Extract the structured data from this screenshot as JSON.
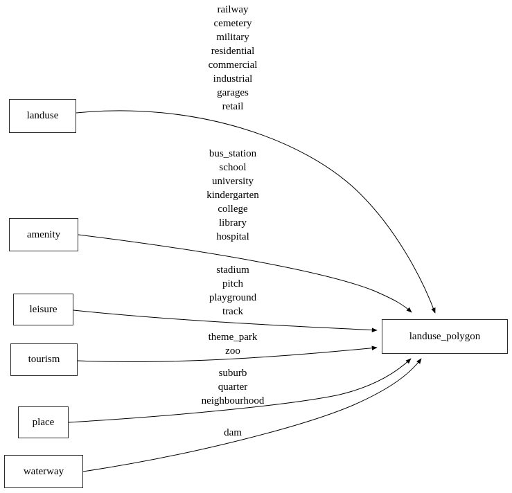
{
  "diagram": {
    "type": "directed-graph",
    "background_color": "#ffffff",
    "edge_color": "#000000",
    "node_border_color": "#2a2a2a",
    "nodes": [
      {
        "id": "landuse",
        "label": "landuse"
      },
      {
        "id": "amenity",
        "label": "amenity"
      },
      {
        "id": "leisure",
        "label": "leisure"
      },
      {
        "id": "tourism",
        "label": "tourism"
      },
      {
        "id": "place",
        "label": "place"
      },
      {
        "id": "waterway",
        "label": "waterway"
      },
      {
        "id": "landuse_polygon",
        "label": "landuse_polygon"
      }
    ],
    "edges": [
      {
        "from": "landuse",
        "to": "landuse_polygon",
        "labels": [
          "railway",
          "cemetery",
          "military",
          "residential",
          "commercial",
          "industrial",
          "garages",
          "retail"
        ]
      },
      {
        "from": "amenity",
        "to": "landuse_polygon",
        "labels": [
          "bus_station",
          "school",
          "university",
          "kindergarten",
          "college",
          "library",
          "hospital"
        ]
      },
      {
        "from": "leisure",
        "to": "landuse_polygon",
        "labels": [
          "stadium",
          "pitch",
          "playground",
          "track"
        ]
      },
      {
        "from": "tourism",
        "to": "landuse_polygon",
        "labels": [
          "theme_park",
          "zoo"
        ]
      },
      {
        "from": "place",
        "to": "landuse_polygon",
        "labels": [
          "suburb",
          "quarter",
          "neighbourhood"
        ]
      },
      {
        "from": "waterway",
        "to": "landuse_polygon",
        "labels": [
          "dam"
        ]
      }
    ]
  }
}
